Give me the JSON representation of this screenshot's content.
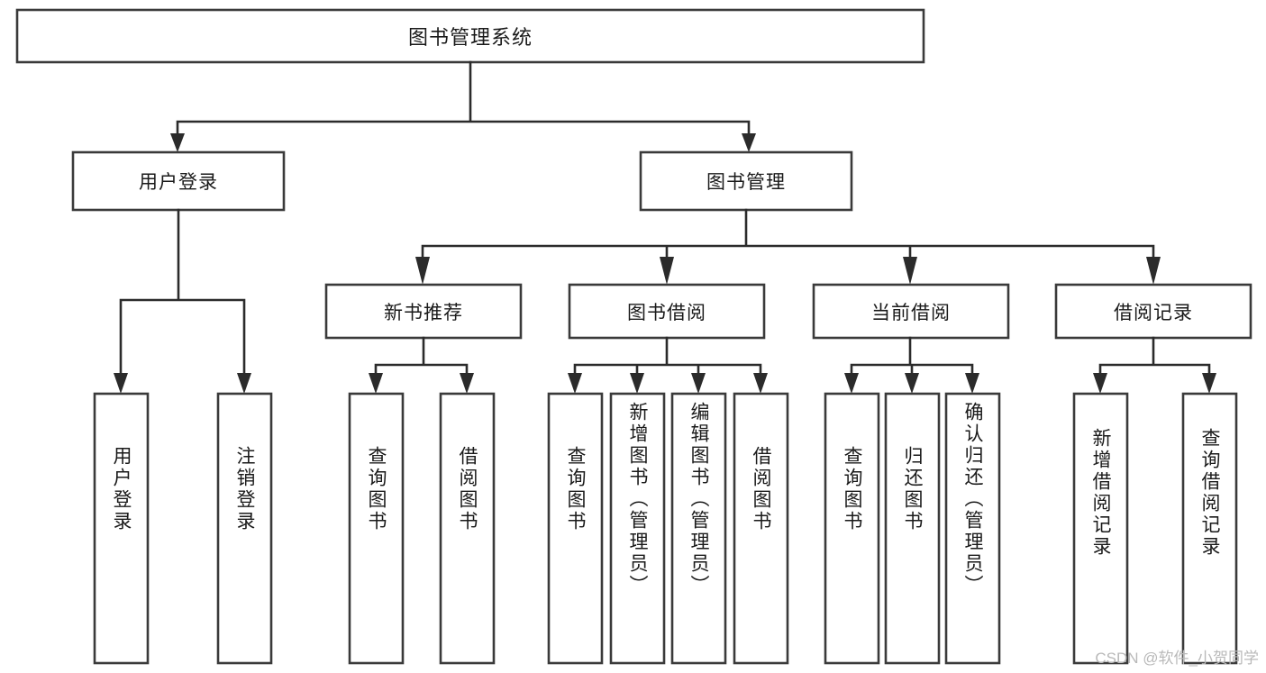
{
  "diagram": {
    "type": "tree-hierarchy-chart",
    "title": "图书管理系统",
    "watermark": "CSDN @软件_小贺同学",
    "colors": {
      "box_stroke": "#3a3a3a",
      "connector": "#2b2b2b",
      "background": "#ffffff",
      "text": "#1a1a1a",
      "watermark": "#b9b9b9"
    },
    "levels": {
      "root": {
        "label": "图书管理系统"
      },
      "level2": [
        {
          "id": "user-login",
          "label": "用户登录"
        },
        {
          "id": "book-management",
          "label": "图书管理"
        }
      ],
      "level3": [
        {
          "id": "new-book-recommend",
          "label": "新书推荐",
          "parent": "book-management"
        },
        {
          "id": "book-borrow",
          "label": "图书借阅",
          "parent": "book-management"
        },
        {
          "id": "current-borrow",
          "label": "当前借阅",
          "parent": "book-management"
        },
        {
          "id": "borrow-record",
          "label": "借阅记录",
          "parent": "book-management"
        }
      ],
      "leaves": [
        {
          "id": "leaf-user-login",
          "label": "用户登录",
          "parent": "user-login"
        },
        {
          "id": "leaf-logout-login",
          "label": "注销登录",
          "parent": "user-login"
        },
        {
          "id": "leaf-query-book-1",
          "label": "查询图书",
          "parent": "new-book-recommend"
        },
        {
          "id": "leaf-borrow-book-1",
          "label": "借阅图书",
          "parent": "new-book-recommend"
        },
        {
          "id": "leaf-query-book-2",
          "label": "查询图书",
          "parent": "book-borrow"
        },
        {
          "id": "leaf-add-book",
          "label": "新增图书（管理员）",
          "parent": "book-borrow"
        },
        {
          "id": "leaf-edit-book",
          "label": "编辑图书（管理员）",
          "parent": "book-borrow"
        },
        {
          "id": "leaf-borrow-book-2",
          "label": "借阅图书",
          "parent": "book-borrow"
        },
        {
          "id": "leaf-query-book-3",
          "label": "查询图书",
          "parent": "current-borrow"
        },
        {
          "id": "leaf-return-book",
          "label": "归还图书",
          "parent": "current-borrow"
        },
        {
          "id": "leaf-confirm-return",
          "label": "确认归还（管理员）",
          "parent": "current-borrow"
        },
        {
          "id": "leaf-add-record",
          "label": "新增借阅记录",
          "parent": "borrow-record"
        },
        {
          "id": "leaf-query-record",
          "label": "查询借阅记录",
          "parent": "borrow-record"
        }
      ]
    }
  }
}
